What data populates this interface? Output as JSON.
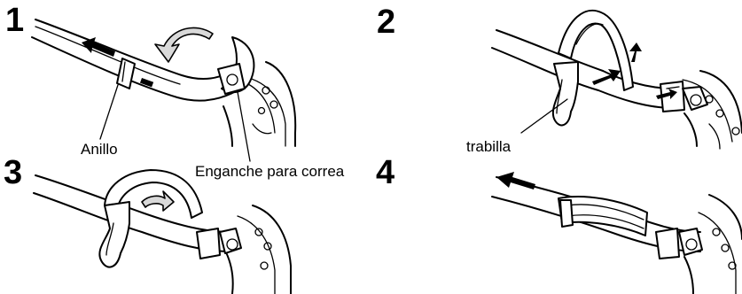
{
  "steps": [
    {
      "number": "1"
    },
    {
      "number": "2"
    },
    {
      "number": "3"
    },
    {
      "number": "4"
    }
  ],
  "labels": {
    "ring": "Anillo",
    "strap_hook": "Enganche para correa",
    "tab": "trabilla"
  }
}
